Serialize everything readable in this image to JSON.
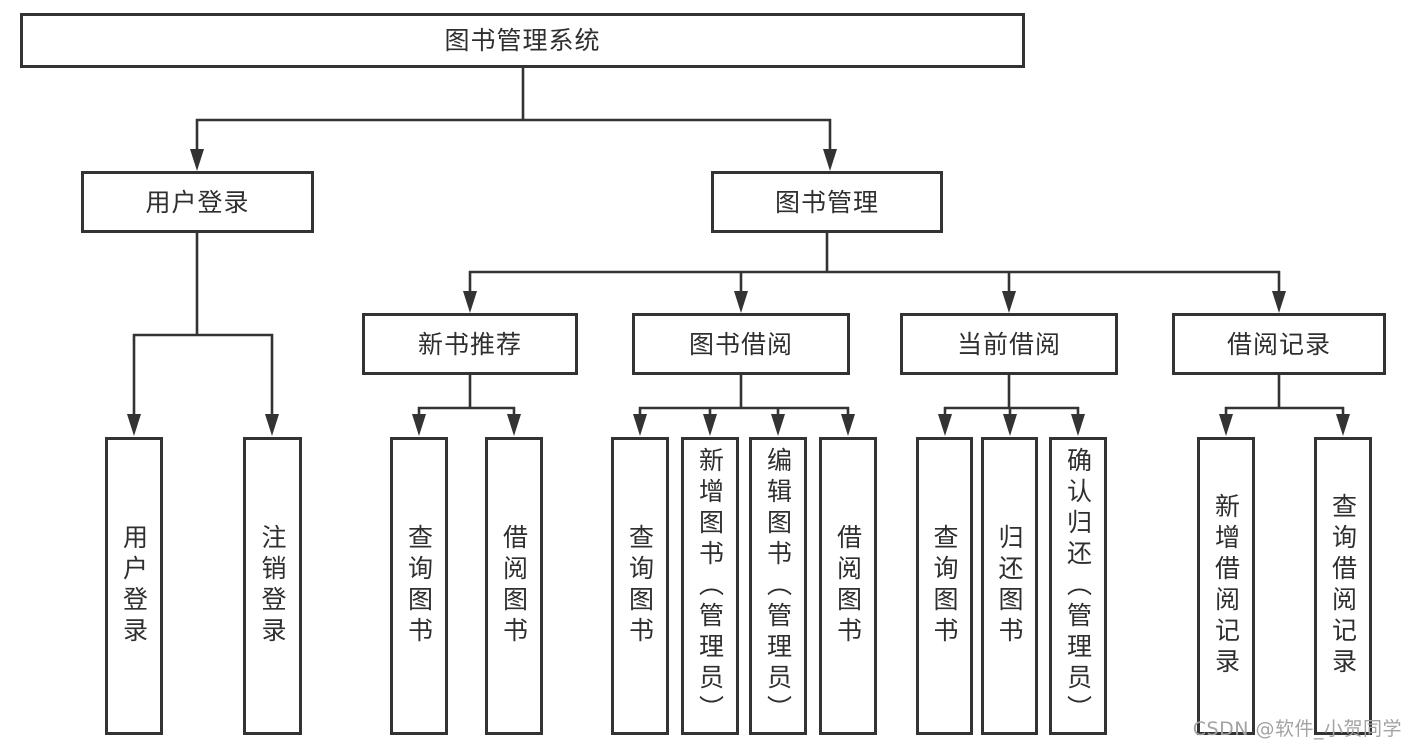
{
  "root": {
    "label": "图书管理系统"
  },
  "branches": [
    {
      "label": "用户登录",
      "children": [
        {
          "label": "用户登录"
        },
        {
          "label": "注销登录"
        }
      ]
    },
    {
      "label": "图书管理",
      "children": [
        {
          "label": "新书推荐",
          "children": [
            {
              "label": "查询图书"
            },
            {
              "label": "借阅图书"
            }
          ]
        },
        {
          "label": "图书借阅",
          "children": [
            {
              "label": "查询图书"
            },
            {
              "label": "新增图书（管理员）"
            },
            {
              "label": "编辑图书（管理员）"
            },
            {
              "label": "借阅图书"
            }
          ]
        },
        {
          "label": "当前借阅",
          "children": [
            {
              "label": "查询图书"
            },
            {
              "label": "归还图书"
            },
            {
              "label": "确认归还（管理员）"
            }
          ]
        },
        {
          "label": "借阅记录",
          "children": [
            {
              "label": "新增借阅记录"
            },
            {
              "label": "查询借阅记录"
            }
          ]
        }
      ]
    }
  ],
  "watermark": {
    "text": "CSDN @软件_小贺同学"
  },
  "colors": {
    "line": "#333333",
    "box_border": "#333333",
    "box_fill": "#ffffff",
    "text": "#2f2f2f",
    "watermark": "#a3a3a3",
    "background": "#ffffff"
  }
}
